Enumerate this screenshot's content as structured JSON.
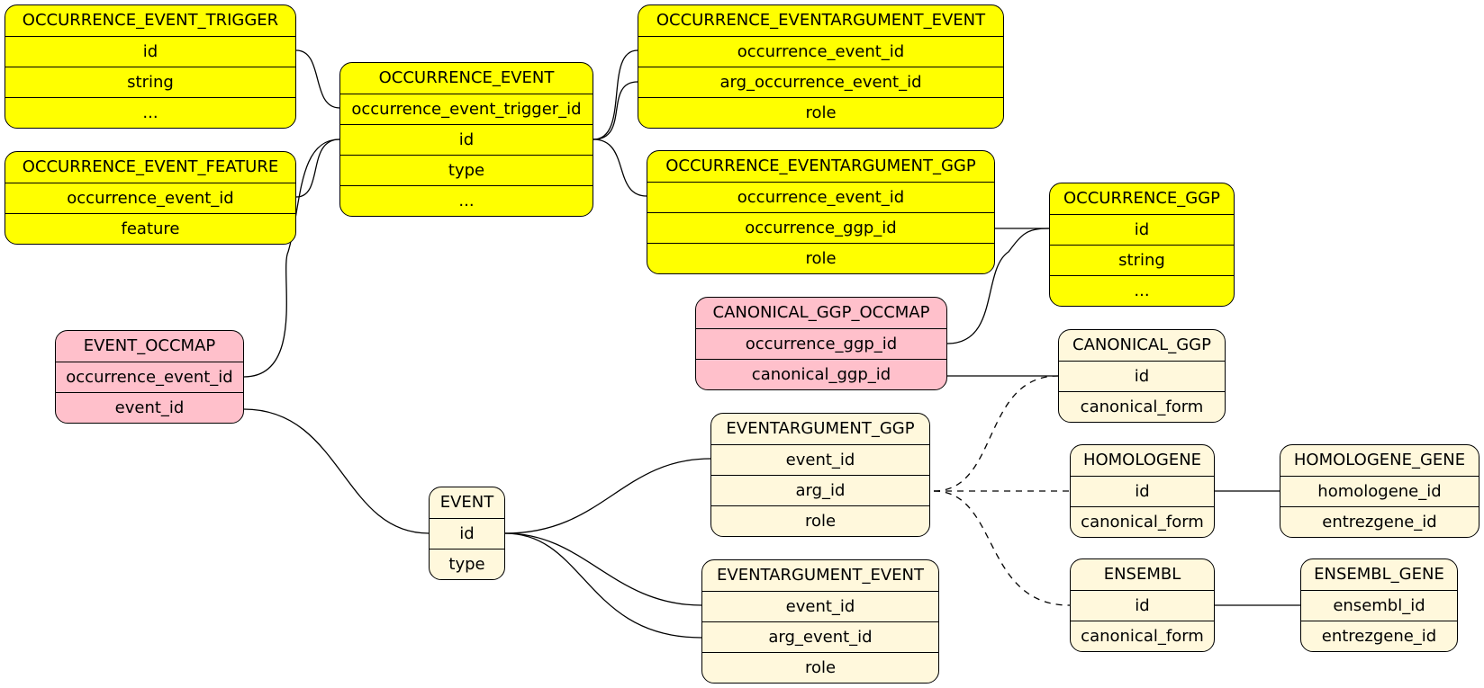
{
  "tables": {
    "occurrence_event_trigger": {
      "name": "OCCURRENCE_EVENT_TRIGGER",
      "fields": [
        "id",
        "string",
        "..."
      ]
    },
    "occurrence_event_feature": {
      "name": "OCCURRENCE_EVENT_FEATURE",
      "fields": [
        "occurrence_event_id",
        "feature"
      ]
    },
    "occurrence_event": {
      "name": "OCCURRENCE_EVENT",
      "fields": [
        "occurrence_event_trigger_id",
        "id",
        "type",
        "..."
      ]
    },
    "occurrence_eventargument_event": {
      "name": "OCCURRENCE_EVENTARGUMENT_EVENT",
      "fields": [
        "occurrence_event_id",
        "arg_occurrence_event_id",
        "role"
      ]
    },
    "occurrence_eventargument_ggp": {
      "name": "OCCURRENCE_EVENTARGUMENT_GGP",
      "fields": [
        "occurrence_event_id",
        "occurrence_ggp_id",
        "role"
      ]
    },
    "occurrence_ggp": {
      "name": "OCCURRENCE_GGP",
      "fields": [
        "id",
        "string",
        "..."
      ]
    },
    "event_occmap": {
      "name": "EVENT_OCCMAP",
      "fields": [
        "occurrence_event_id",
        "event_id"
      ]
    },
    "canonical_ggp_occmap": {
      "name": "CANONICAL_GGP_OCCMAP",
      "fields": [
        "occurrence_ggp_id",
        "canonical_ggp_id"
      ]
    },
    "canonical_ggp": {
      "name": "CANONICAL_GGP",
      "fields": [
        "id",
        "canonical_form"
      ]
    },
    "event": {
      "name": "EVENT",
      "fields": [
        "id",
        "type"
      ]
    },
    "eventargument_ggp": {
      "name": "EVENTARGUMENT_GGP",
      "fields": [
        "event_id",
        "arg_id",
        "role"
      ]
    },
    "eventargument_event": {
      "name": "EVENTARGUMENT_EVENT",
      "fields": [
        "event_id",
        "arg_event_id",
        "role"
      ]
    },
    "homologene": {
      "name": "HOMOLOGENE",
      "fields": [
        "id",
        "canonical_form"
      ]
    },
    "homologene_gene": {
      "name": "HOMOLOGENE_GENE",
      "fields": [
        "homologene_id",
        "entrezgene_id"
      ]
    },
    "ensembl": {
      "name": "ENSEMBL",
      "fields": [
        "id",
        "canonical_form"
      ]
    },
    "ensembl_gene": {
      "name": "ENSEMBL_GENE",
      "fields": [
        "ensembl_id",
        "entrezgene_id"
      ]
    }
  },
  "relations": [
    {
      "from": "occurrence_event_trigger.id",
      "to": "occurrence_event.occurrence_event_trigger_id",
      "style": "solid"
    },
    {
      "from": "occurrence_event_feature.occurrence_event_id",
      "to": "occurrence_event.id",
      "style": "solid"
    },
    {
      "from": "event_occmap.occurrence_event_id",
      "to": "occurrence_event.id",
      "style": "solid"
    },
    {
      "from": "occurrence_event.id",
      "to": "occurrence_eventargument_event.occurrence_event_id",
      "style": "solid"
    },
    {
      "from": "occurrence_event.id",
      "to": "occurrence_eventargument_event.arg_occurrence_event_id",
      "style": "solid"
    },
    {
      "from": "occurrence_event.id",
      "to": "occurrence_eventargument_ggp.occurrence_event_id",
      "style": "solid"
    },
    {
      "from": "occurrence_eventargument_ggp.occurrence_ggp_id",
      "to": "occurrence_ggp.id",
      "style": "solid"
    },
    {
      "from": "canonical_ggp_occmap.occurrence_ggp_id",
      "to": "occurrence_ggp.id",
      "style": "solid"
    },
    {
      "from": "canonical_ggp_occmap.canonical_ggp_id",
      "to": "canonical_ggp.id",
      "style": "solid"
    },
    {
      "from": "event_occmap.event_id",
      "to": "event.id",
      "style": "solid"
    },
    {
      "from": "event.id",
      "to": "eventargument_ggp.event_id",
      "style": "solid"
    },
    {
      "from": "event.id",
      "to": "eventargument_event.event_id",
      "style": "solid"
    },
    {
      "from": "event.id",
      "to": "eventargument_event.arg_event_id",
      "style": "solid"
    },
    {
      "from": "eventargument_ggp.arg_id",
      "to": "canonical_ggp.id",
      "style": "dashed"
    },
    {
      "from": "eventargument_ggp.arg_id",
      "to": "homologene.id",
      "style": "dashed"
    },
    {
      "from": "eventargument_ggp.arg_id",
      "to": "ensembl.id",
      "style": "dashed"
    },
    {
      "from": "homologene.id",
      "to": "homologene_gene.homologene_id",
      "style": "solid"
    },
    {
      "from": "ensembl.id",
      "to": "ensembl_gene.ensembl_id",
      "style": "solid"
    }
  ]
}
